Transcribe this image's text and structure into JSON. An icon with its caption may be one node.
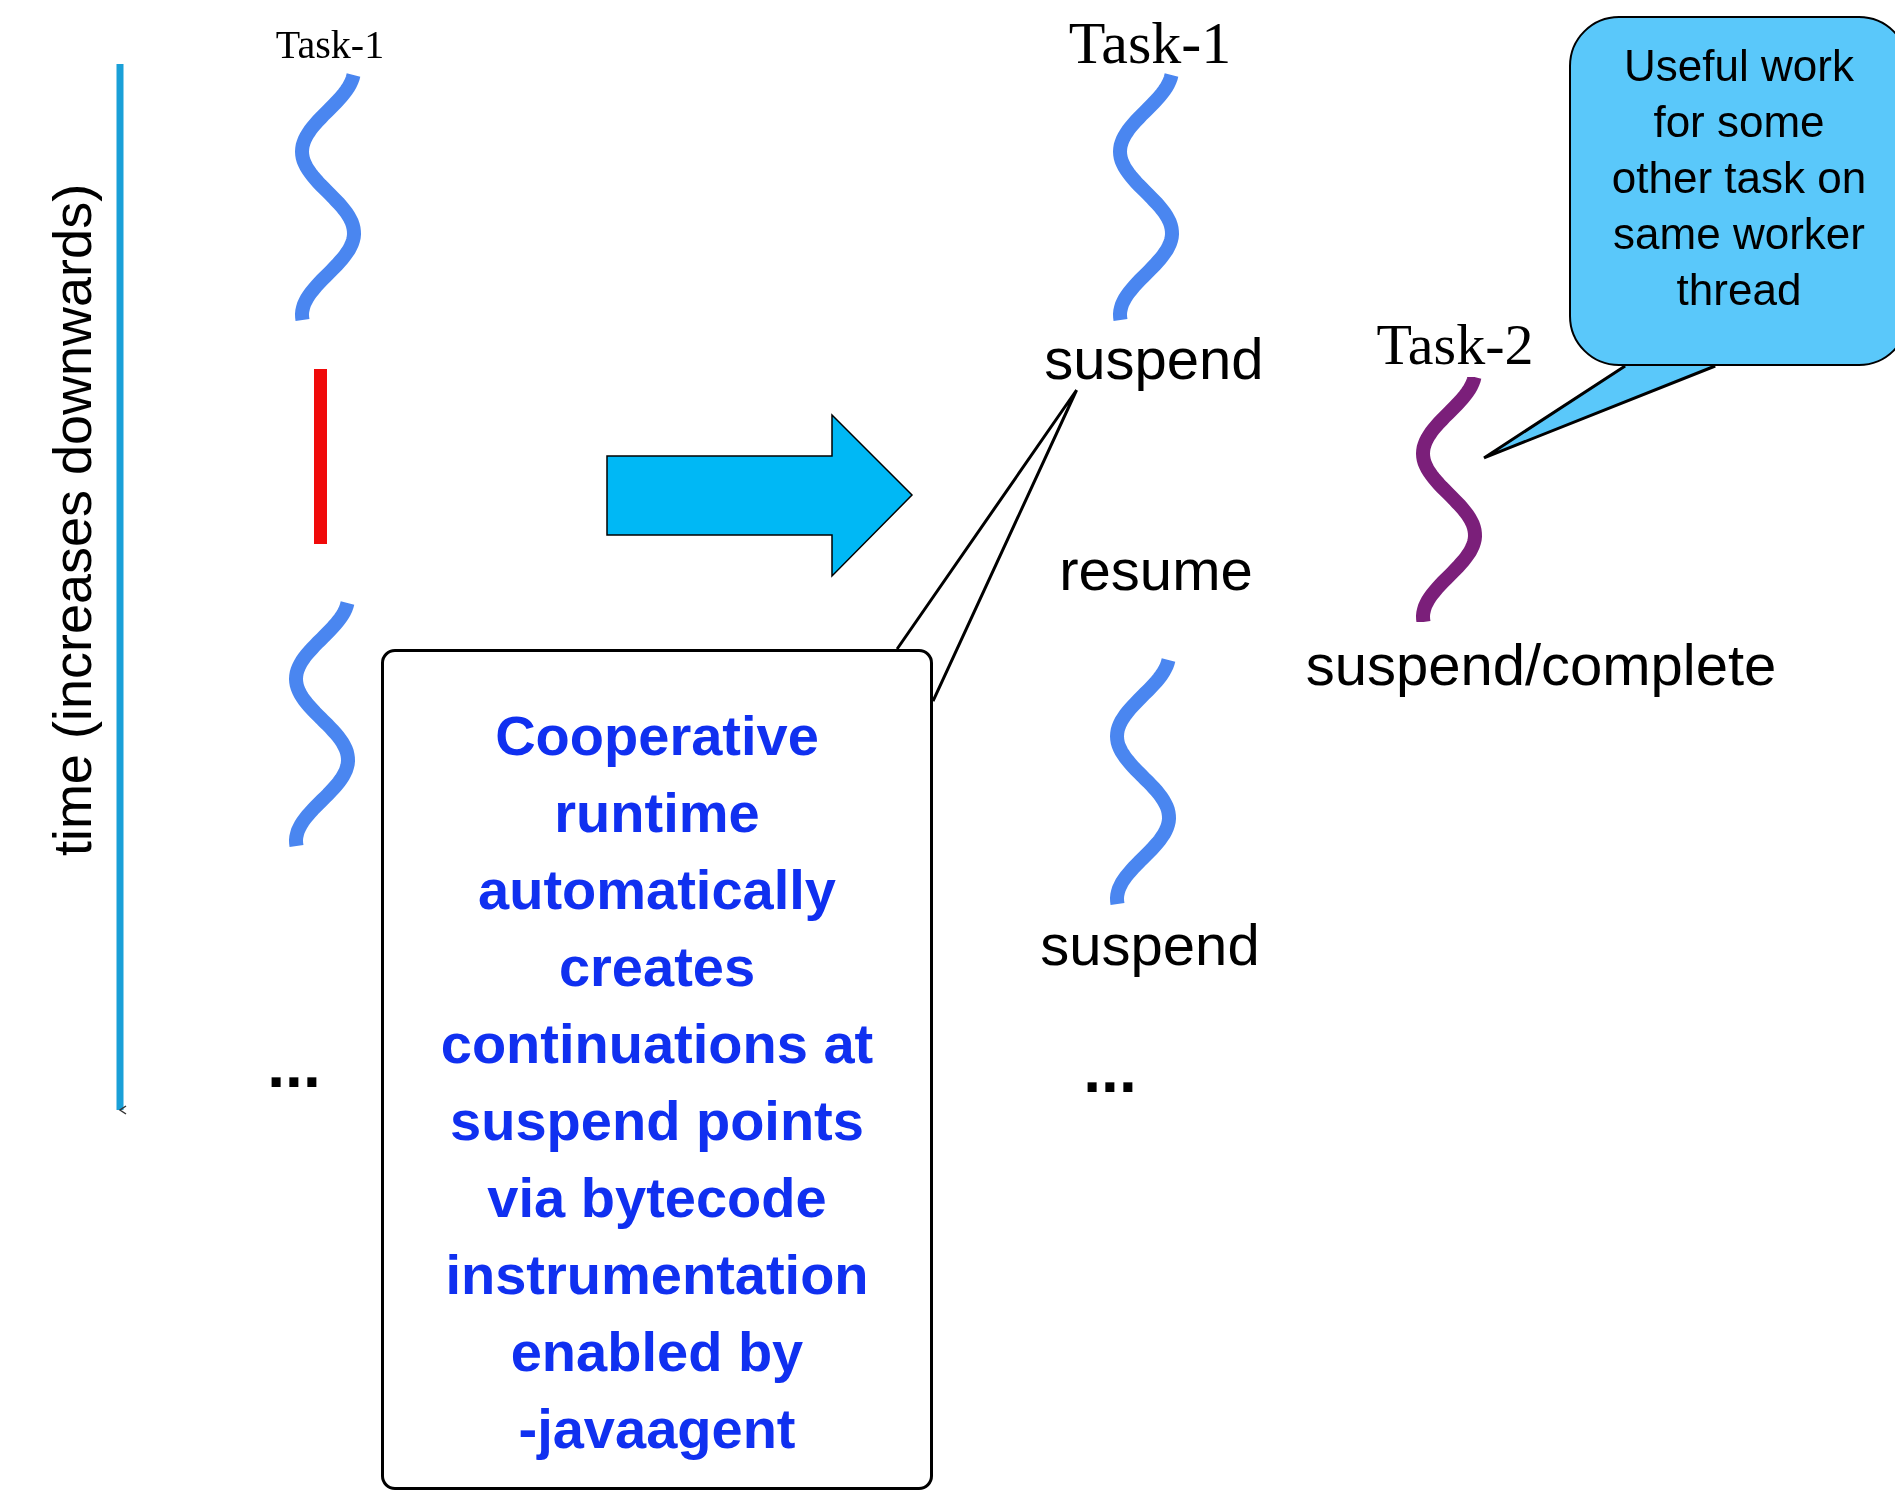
{
  "diagram": {
    "nodes": [
      {
        "text": [
          "Cooperative runtime automatically creates continuations at suspend points via bytecode instrumentation enabled by -javaagent"
        ]
      },
      {
        "text": [
          "suspend"
        ]
      },
      {
        "text": [
          "Useful work for some other task on same worker thread"
        ]
      },
      {
        "text": [],
        "shape": "wave"
      }
    ],
    "edges": [
      {
        "from": 0,
        "to": 1,
        "arrow": "none"
      },
      {
        "from": 2,
        "to": 3,
        "arrow": "none"
      }
    ],
    "labels": [
      "time (increases downwards)",
      "Task-1",
      "...",
      "Task-1",
      "Task-2",
      "resume",
      "suspend/complete",
      "suspend",
      "..."
    ]
  }
}
